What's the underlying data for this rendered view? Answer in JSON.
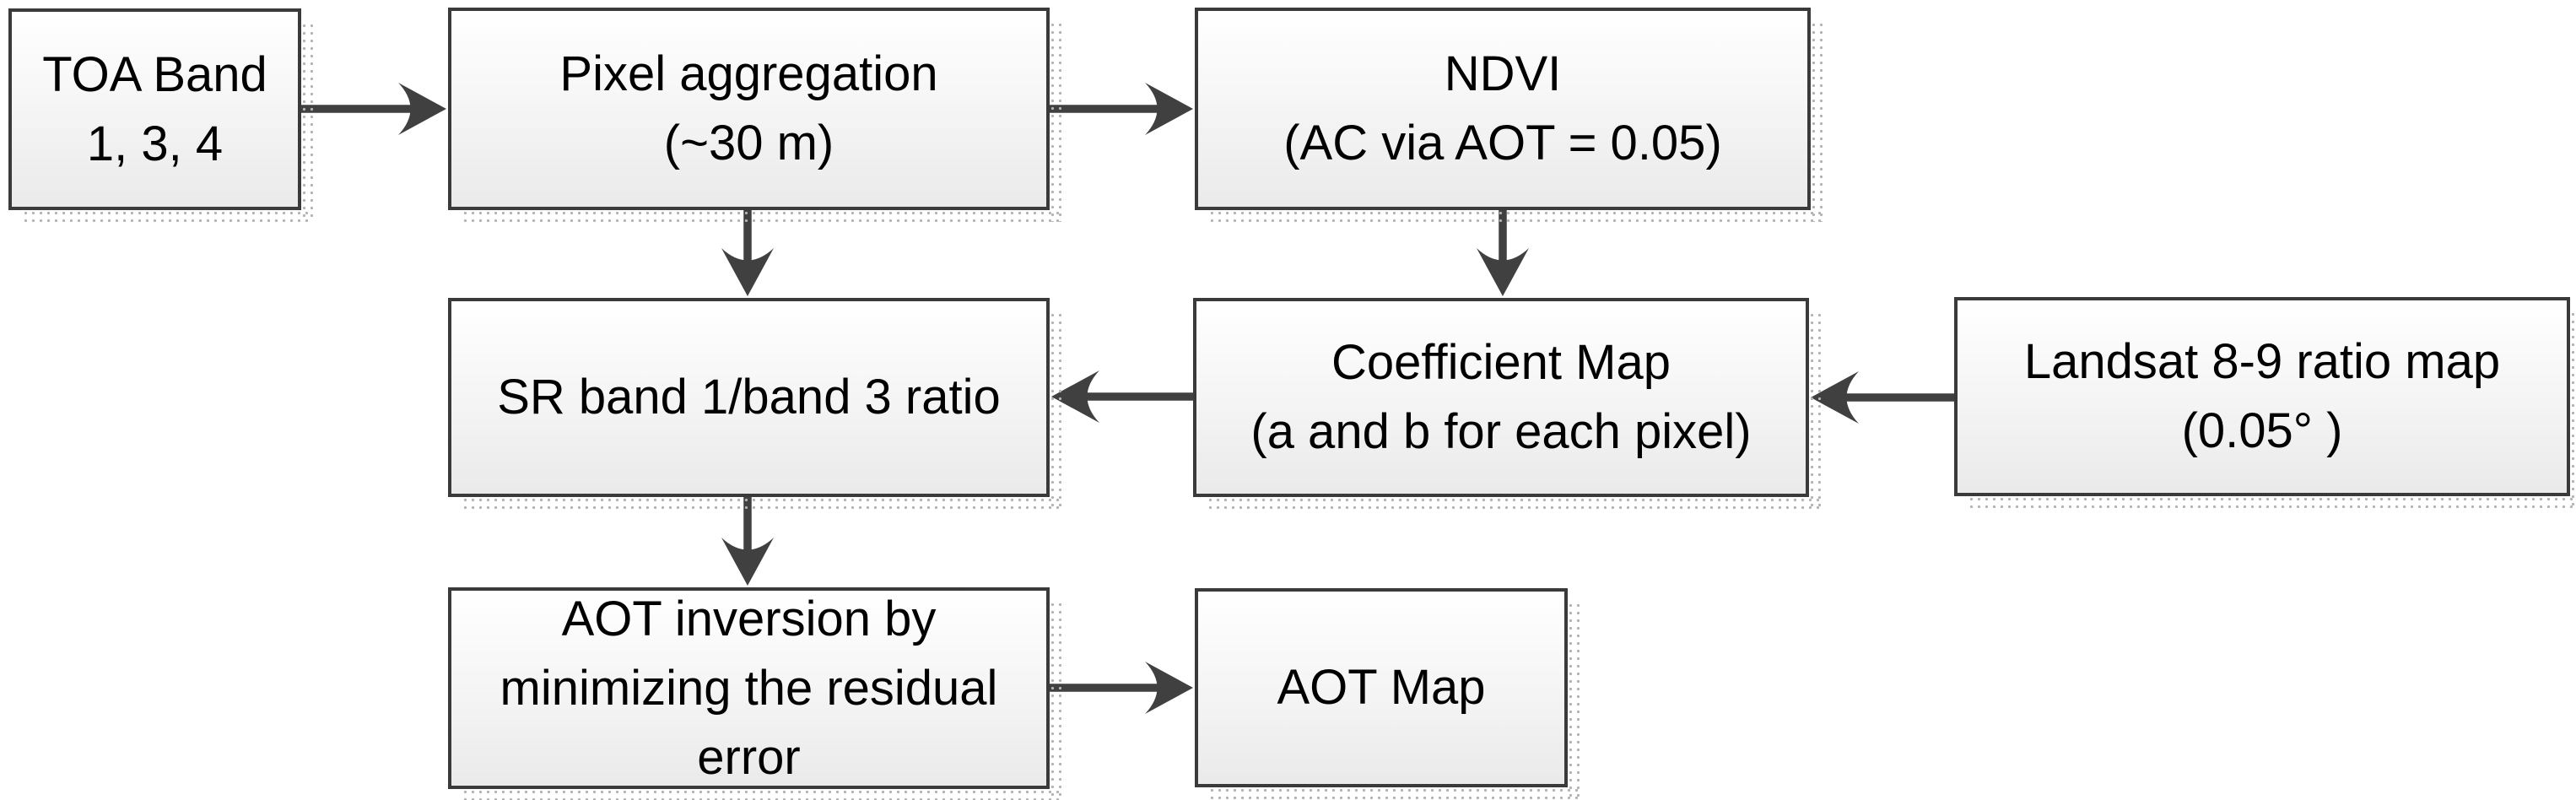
{
  "diagram": {
    "type": "flowchart",
    "nodes": [
      {
        "id": "toa-band",
        "lines": [
          "TOA Band",
          "1, 3, 4"
        ]
      },
      {
        "id": "pixel-aggregation",
        "lines": [
          "Pixel aggregation",
          "(~30 m)"
        ]
      },
      {
        "id": "ndvi",
        "lines": [
          "NDVI",
          "(AC via AOT = 0.05)"
        ]
      },
      {
        "id": "sr-band-ratio",
        "lines": [
          "SR band 1/band 3 ratio"
        ]
      },
      {
        "id": "coefficient-map",
        "lines": [
          "Coefficient Map",
          "(a and b for each pixel)"
        ]
      },
      {
        "id": "landsat-ratio-map",
        "lines": [
          "Landsat 8-9 ratio map",
          "(0.05° )"
        ]
      },
      {
        "id": "aot-inversion",
        "lines": [
          "AOT inversion by",
          "minimizing the residual",
          "error"
        ]
      },
      {
        "id": "aot-map",
        "lines": [
          "AOT Map"
        ]
      }
    ],
    "edges": [
      {
        "from": "toa-band",
        "to": "pixel-aggregation",
        "direction": "right"
      },
      {
        "from": "pixel-aggregation",
        "to": "ndvi",
        "direction": "right"
      },
      {
        "from": "pixel-aggregation",
        "to": "sr-band-ratio",
        "direction": "down"
      },
      {
        "from": "ndvi",
        "to": "coefficient-map",
        "direction": "down"
      },
      {
        "from": "coefficient-map",
        "to": "sr-band-ratio",
        "direction": "left"
      },
      {
        "from": "landsat-ratio-map",
        "to": "coefficient-map",
        "direction": "left"
      },
      {
        "from": "sr-band-ratio",
        "to": "aot-inversion",
        "direction": "down"
      },
      {
        "from": "aot-inversion",
        "to": "aot-map",
        "direction": "right"
      }
    ],
    "colors": {
      "box_border": "#3a3a3a",
      "box_fill_top": "#ffffff",
      "box_fill_bottom": "#eaeaea",
      "box_text": "#000000",
      "arrow": "#404040",
      "shadow_dot": "#b3b3b3"
    }
  }
}
